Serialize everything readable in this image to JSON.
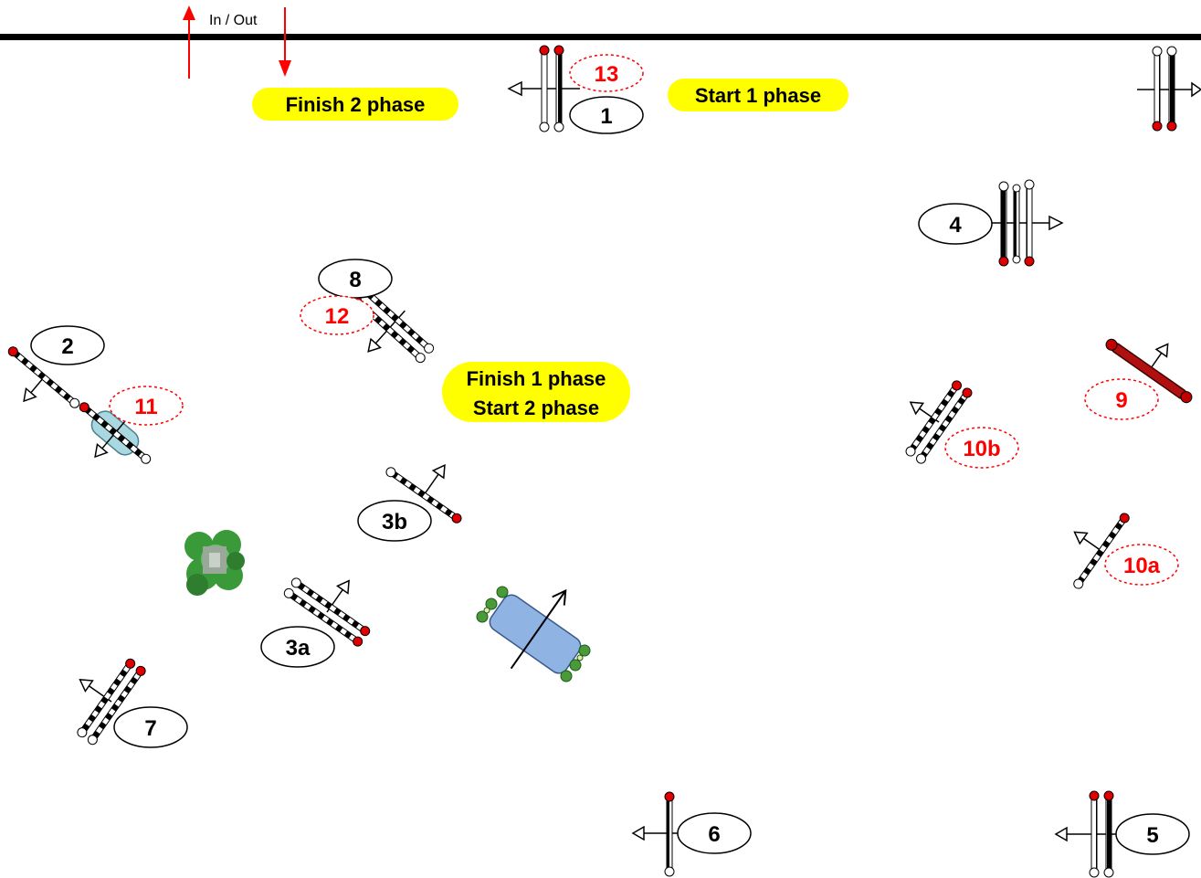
{
  "in_out_label": "In / Out",
  "phase_labels": {
    "finish_2": "Finish 2 phase",
    "start_1": "Start 1 phase",
    "finish_1": "Finish 1 phase",
    "start_2": "Start 2 phase"
  },
  "fence_numbers": {
    "f1": "1",
    "f2": "2",
    "f3a": "3a",
    "f3b": "3b",
    "f4": "4",
    "f5": "5",
    "f6": "6",
    "f7": "7",
    "f8": "8",
    "f9": "9",
    "f10a": "10a",
    "f10b": "10b",
    "f11": "11",
    "f12": "12",
    "f13": "13"
  },
  "colors": {
    "phase1_numbers": "#000000",
    "phase2_numbers": "#ff0000",
    "phase_label_bg": "#ffff00",
    "water_jump": "#8fb4e3",
    "liverpool": "#a9d8e0",
    "hedge": "#3a9a3a"
  }
}
